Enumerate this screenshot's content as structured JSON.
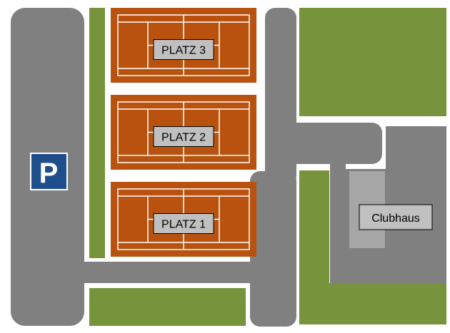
{
  "colors": {
    "road": "#808080",
    "grass": "#77933c",
    "clay": "#b9520e",
    "court_line": "#ffffff",
    "label_bg": "#c0c0c0",
    "label_border": "#000000",
    "clubhouse_annex": "#a6a6a6",
    "parking_sign": "#1f4e8c"
  },
  "courts": [
    {
      "label": "PLATZ 3"
    },
    {
      "label": "PLATZ 2"
    },
    {
      "label": "PLATZ 1"
    }
  ],
  "clubhouse": {
    "label": "Clubhaus"
  },
  "parking": {
    "label": "P",
    "icon": "parking-icon"
  }
}
